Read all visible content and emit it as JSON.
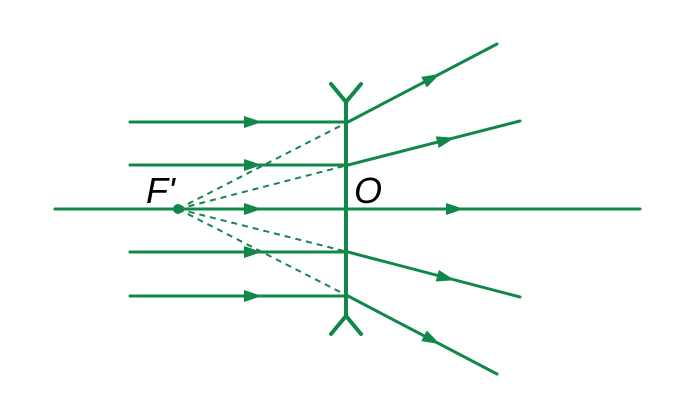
{
  "colors": {
    "ray": "#12874a",
    "background": "#ffffff",
    "label": "#000000"
  },
  "labels": {
    "focus": "F'",
    "optical_center": "O"
  },
  "elements": {
    "lens": "concave-lens",
    "incident_rays": 5,
    "refracted_rays": 5,
    "virtual_extensions": 4,
    "focal_point_marker": "dot"
  }
}
